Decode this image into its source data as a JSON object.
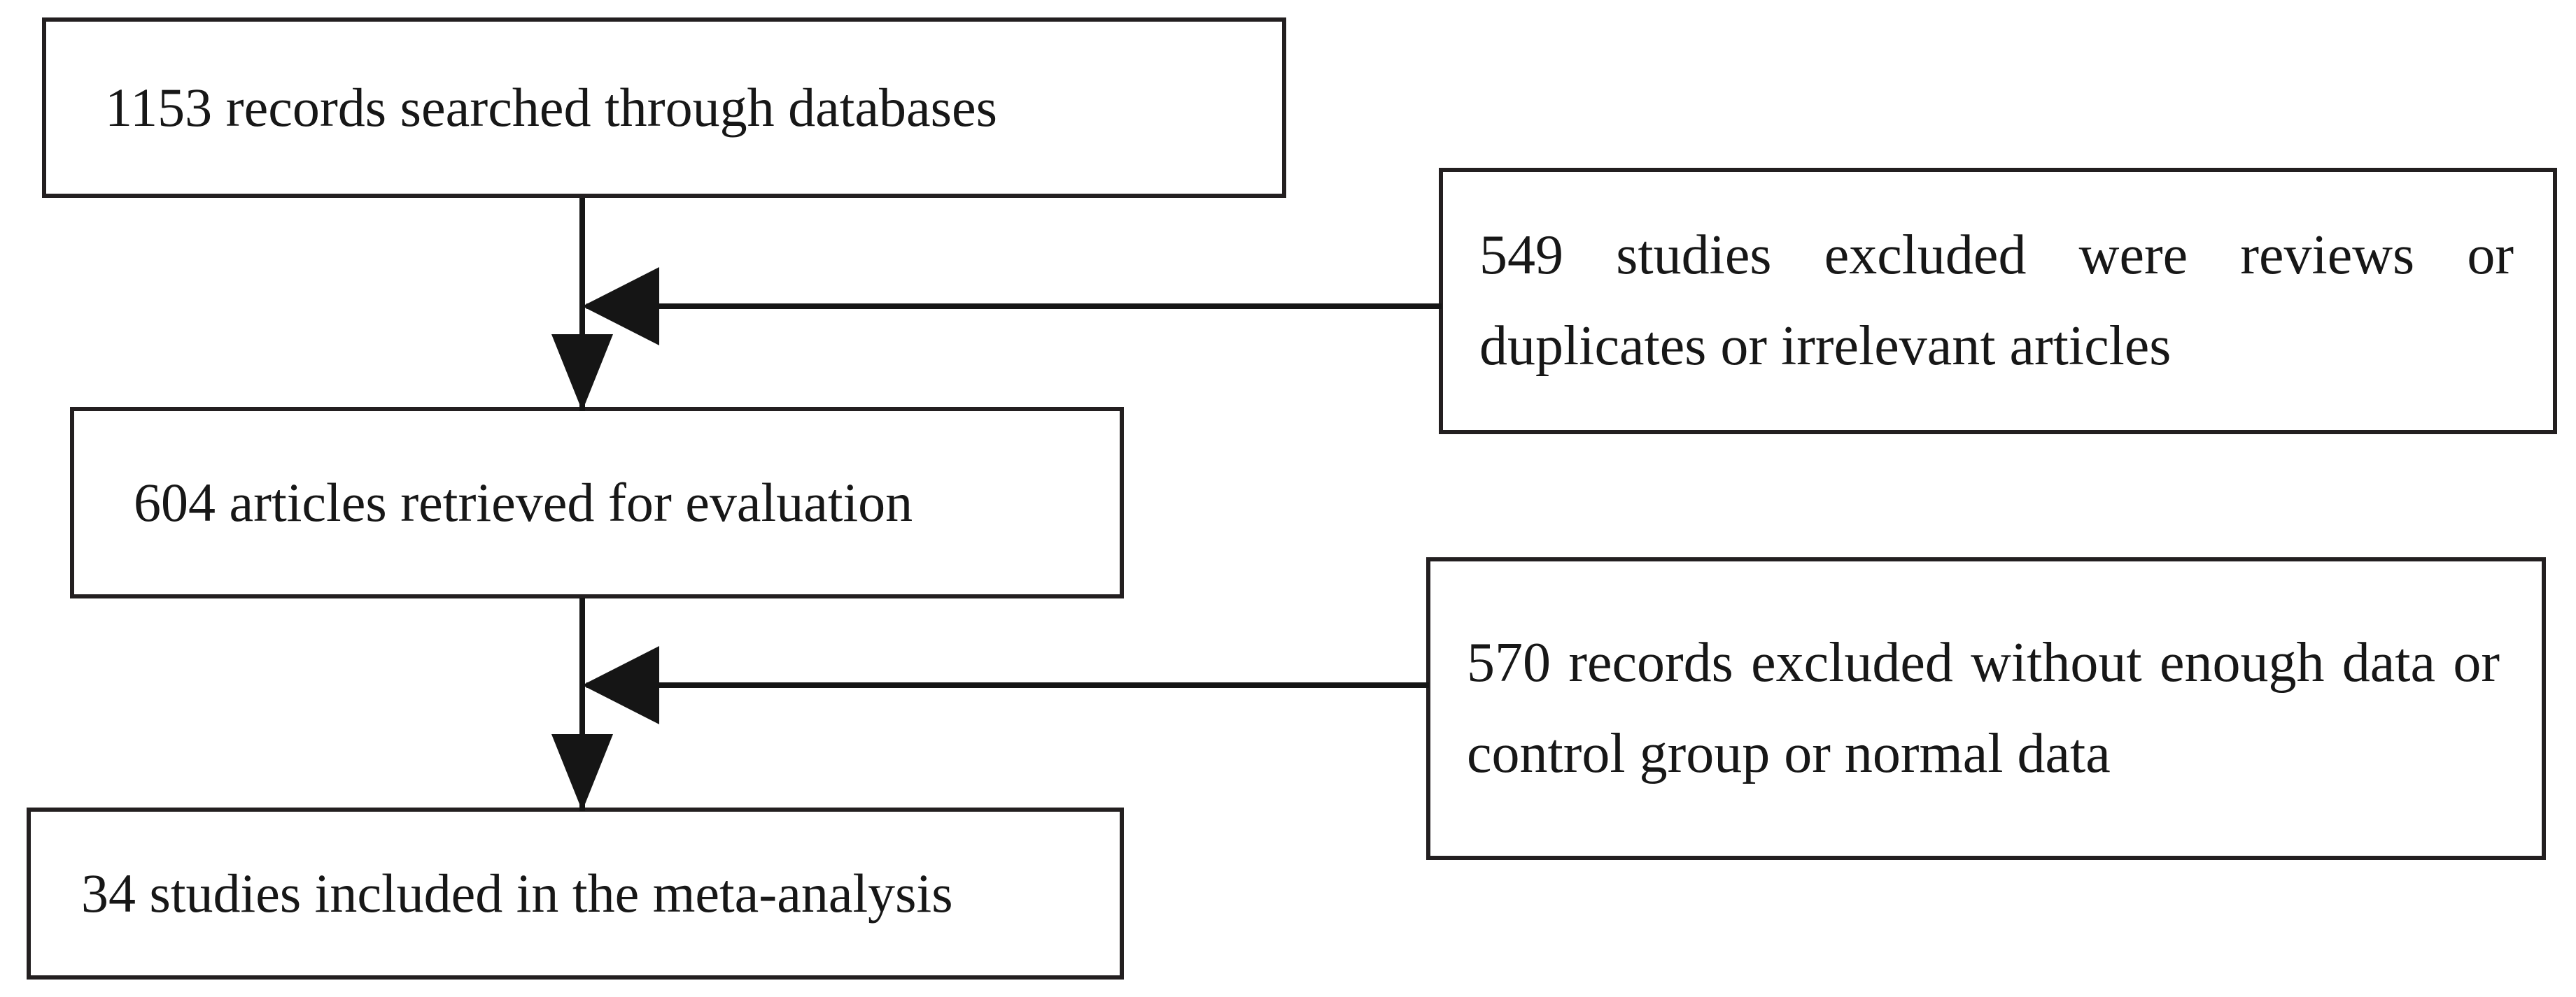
{
  "diagram": {
    "type": "flowchart",
    "title": "Study selection flow diagram",
    "orientation": "top-to-bottom with right-side exclusion branches",
    "colors": {
      "background": "#ffffff",
      "box_border": "#231f20",
      "text": "#171717",
      "connector": "#151515"
    },
    "nodes": [
      {
        "id": "records",
        "role": "identification",
        "count": 1153,
        "text": "1153 records searched through databases"
      },
      {
        "id": "retrieved",
        "role": "screening",
        "count": 604,
        "text": "604 articles retrieved for evaluation"
      },
      {
        "id": "included",
        "role": "included",
        "count": 34,
        "text": "34 studies included in the meta-analysis"
      },
      {
        "id": "excluded_1",
        "role": "exclusion",
        "count": 549,
        "text": "549 studies excluded were reviews or duplicates or irrelevant articles"
      },
      {
        "id": "excluded_2",
        "role": "exclusion",
        "count": 570,
        "text": "570 records excluded without enough data or control group or normal data"
      }
    ],
    "edges": [
      {
        "id": "edge-1",
        "from": "records",
        "to": "retrieved",
        "direction": "down",
        "arrowhead": "filled-triangle"
      },
      {
        "id": "edge-2",
        "from": "retrieved",
        "to": "included",
        "direction": "down",
        "arrowhead": "filled-triangle"
      },
      {
        "id": "edge-3",
        "from": "excluded_1",
        "to": "edge-1",
        "direction": "left",
        "arrowhead": "filled-triangle"
      },
      {
        "id": "edge-4",
        "from": "excluded_2",
        "to": "edge-2",
        "direction": "left",
        "arrowhead": "filled-triangle"
      }
    ]
  }
}
